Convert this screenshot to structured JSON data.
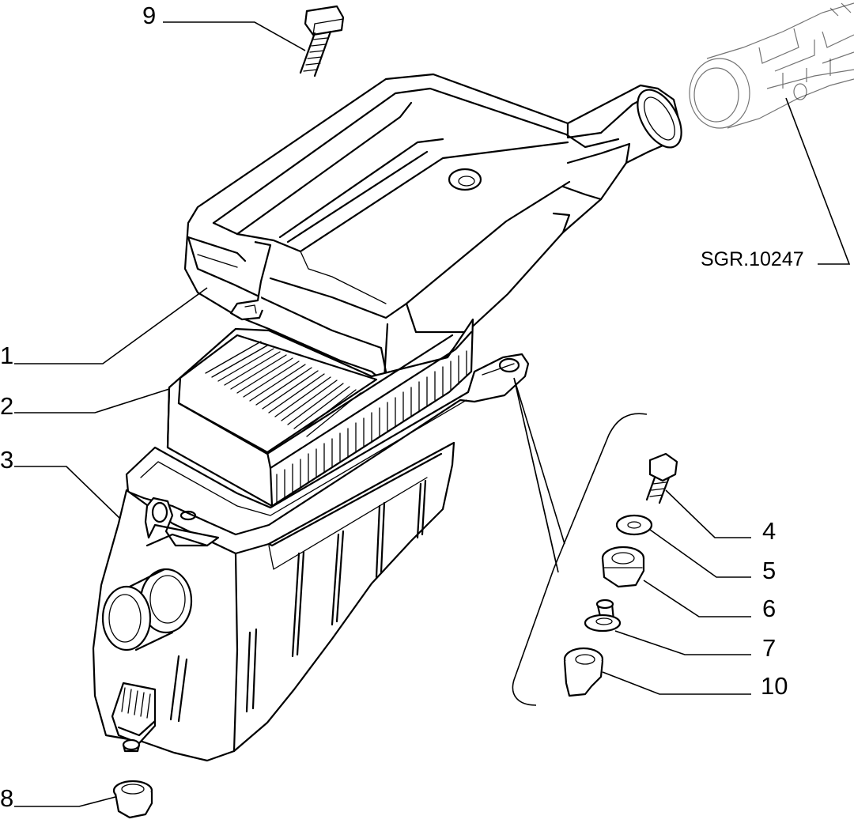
{
  "drawing_ref": "SGR.10247",
  "callouts": {
    "c1": "1",
    "c2": "2",
    "c3": "3",
    "c4": "4",
    "c5": "5",
    "c6": "6",
    "c7": "7",
    "c8": "8",
    "c9": "9",
    "c10": "10"
  }
}
